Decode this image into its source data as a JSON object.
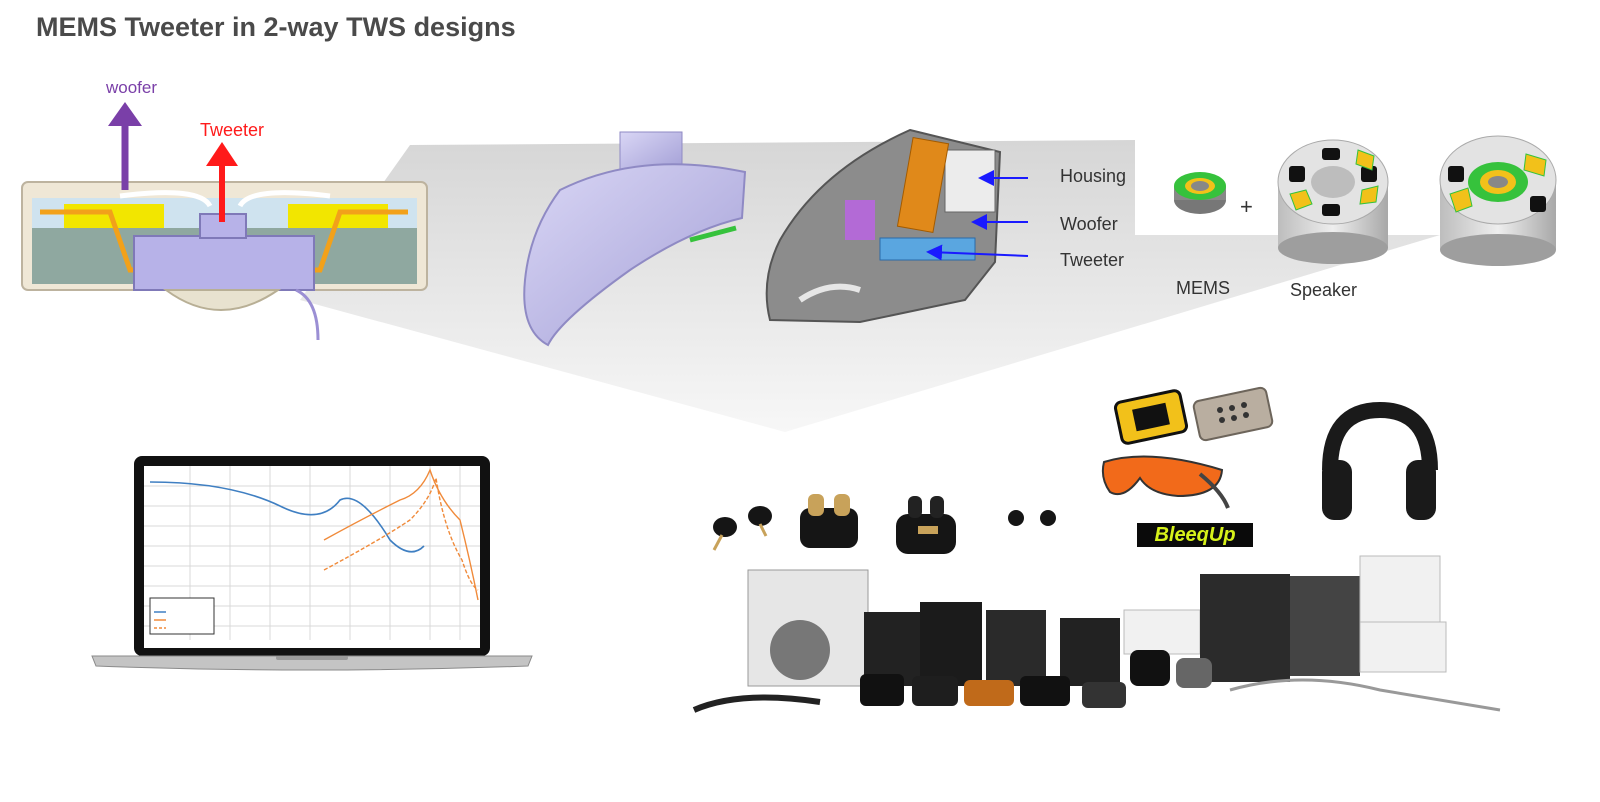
{
  "title": "MEMS Tweeter in 2-way TWS designs",
  "cross_section": {
    "woofer_arrow_label": "woofer",
    "tweeter_arrow_label": "Tweeter"
  },
  "earbud_cutaway": {
    "labels": {
      "housing": "Housing",
      "woofer": "Woofer",
      "tweeter": "Tweeter"
    }
  },
  "assembly": {
    "mems_label": "MEMS",
    "plus_sign": "+",
    "speaker_label": "Speaker"
  },
  "products": {
    "brand_logo_text": "BleeqUp"
  },
  "colors": {
    "woofer_arrow": "#7a3fa8",
    "tweeter_arrow": "#ff1a1a",
    "callout_arrow": "#1a1aff",
    "lavender": "#b7b2e8",
    "yellow": "#f2e600",
    "orange": "#f2a11a",
    "green": "#36c23c"
  }
}
